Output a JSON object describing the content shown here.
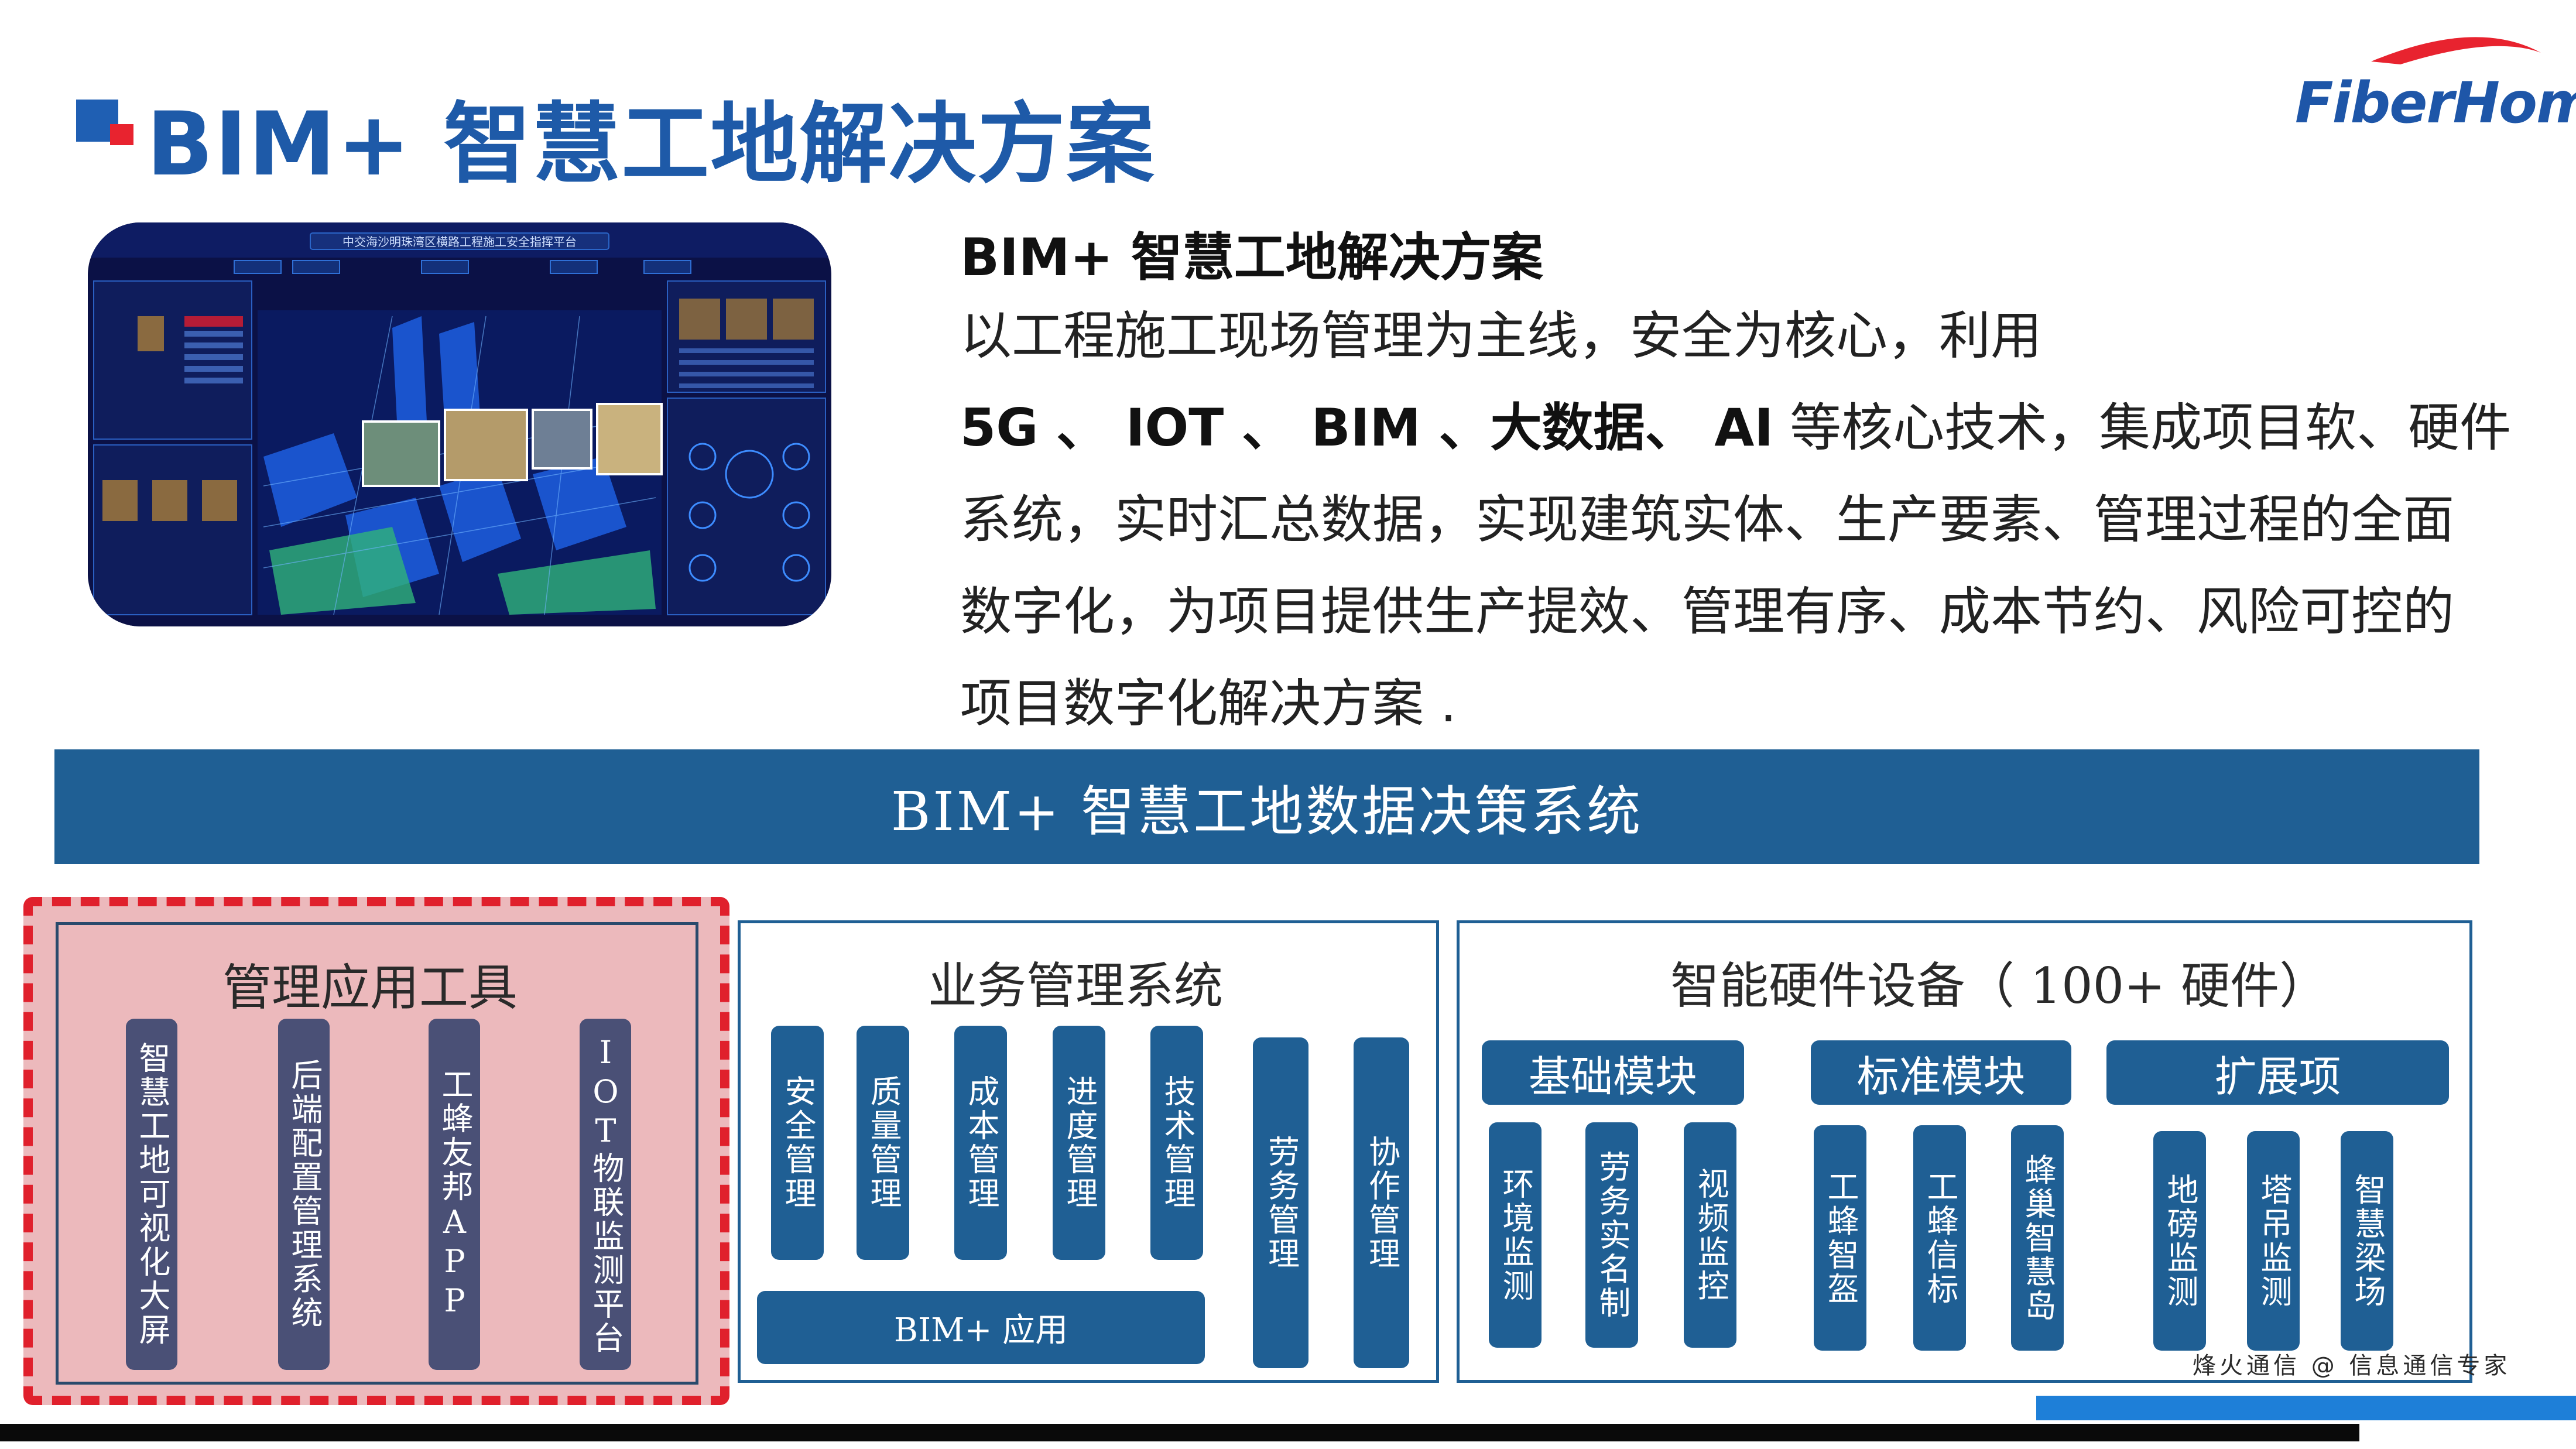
{
  "page": {
    "title": "BIM+ 智慧工地解决方案",
    "logo": "FiberHome"
  },
  "intro": {
    "title": "BIM+ 智慧工地解决方案",
    "line1": "以工程施工现场管理为主线，安全为核心，利用",
    "line2_bold": "5G 、 IOT 、 BIM 、大数据、 AI",
    "line2_rest": " 等核心技术，集成项目软、硬件",
    "line3": "系统，实时汇总数据，实现建筑实体、生产要素、管理过程的全面",
    "line4": "数字化，为项目提供生产提效、管理有序、成本节约、风险可控的",
    "line5": "项目数字化解决方案 ."
  },
  "dashboard": {
    "header": "中交海沙明珠湾区横路工程施工安全指挥平台"
  },
  "banner": {
    "label": "BIM+  智慧工地数据决策系统"
  },
  "management_tools": {
    "title": "管理应用工具",
    "items": [
      "智慧工地可视化大屏",
      "后端配置管理系统",
      "工蜂友邦APP",
      "IOT物联监测平台"
    ]
  },
  "business_system": {
    "title": "业务管理系统",
    "items": [
      "安全管理",
      "质量管理",
      "成本管理",
      "进度管理",
      "技术管理",
      "劳务管理",
      "协作管理"
    ],
    "bim_app": "BIM+ 应用"
  },
  "hardware": {
    "title": "智能硬件设备（ 100+ 硬件）",
    "modules": [
      {
        "name": "基础模块",
        "items": [
          "环境监测",
          "劳务实名制",
          "视频监控"
        ]
      },
      {
        "name": "标准模块",
        "items": [
          "工蜂智盔",
          "工蜂信标",
          "蜂巢智慧岛"
        ]
      },
      {
        "name": "扩展项",
        "items": [
          "地磅监测",
          "塔吊监测",
          "智慧梁场"
        ]
      }
    ]
  },
  "footer": {
    "watermark": "烽火通信 @ 信息通信专家"
  },
  "colors": {
    "title_blue": "#1e5aa8",
    "banner_blue": "#1f5f94",
    "dashed_red": "#e0202c",
    "pink_fill": "#ecb9bc",
    "tool_pill": "#4a5076"
  }
}
